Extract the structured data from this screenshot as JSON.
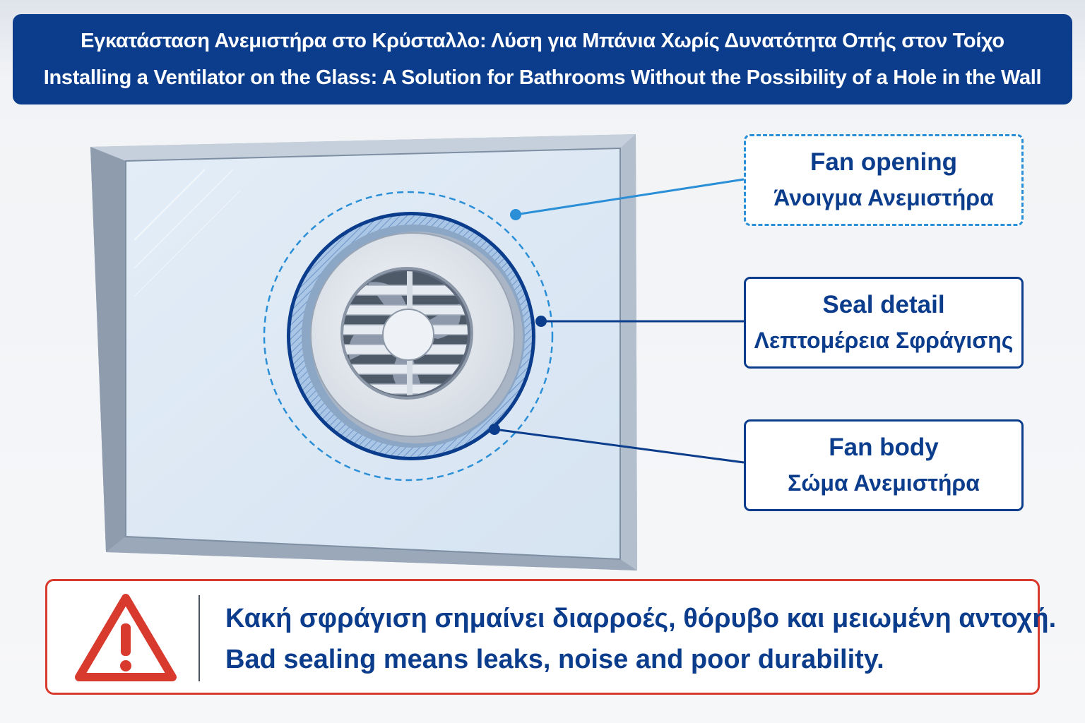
{
  "header": {
    "title_greek": "Εγκατάσταση Ανεμιστήρα στο Κρύσταλλο: Λύση για Μπάνια Χωρίς Δυνατότητα Οπής στον Τοίχο",
    "title_english": "Installing a Ventilator on the Glass: A Solution for Bathrooms Without the Possibility of a Hole in the Wall"
  },
  "callouts": [
    {
      "en": "Fan opening",
      "gr": "Άνοιγμα Ανεμιστήρα"
    },
    {
      "en": "Seal detail",
      "gr": "Λεπτομέρεια Σφράγισης"
    },
    {
      "en": "Fan body",
      "gr": "Σώμα Ανεμιστήρα"
    }
  ],
  "warning": {
    "icon": "warning-triangle-icon",
    "line_greek": "Κακή σφράγιση σημαίνει διαρροές, θόρυβο και μειωμένη αντοχή.",
    "line_english": "Bad sealing means leaks, noise and poor durability."
  },
  "colors": {
    "primary_blue": "#0b3d8c",
    "dashed_blue": "#2a8fd6",
    "warning_red": "#d83a2e"
  }
}
